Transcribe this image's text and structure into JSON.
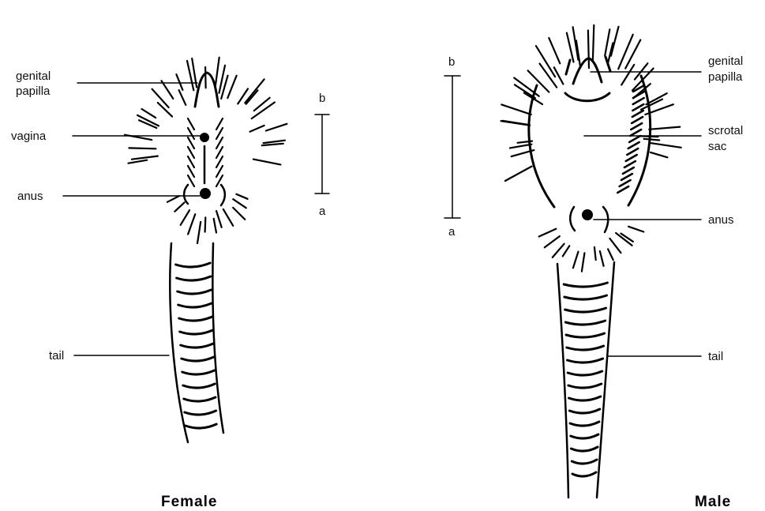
{
  "female": {
    "title": "Female",
    "labels": {
      "genital_papilla_line1": "genital",
      "genital_papilla_line2": "papilla",
      "vagina": "vagina",
      "anus": "anus",
      "tail": "tail"
    },
    "scale": {
      "top": "b",
      "bottom": "a"
    }
  },
  "male": {
    "title": "Male",
    "labels": {
      "genital_papilla_line1": "genital",
      "genital_papilla_line2": "papilla",
      "scrotal_sac_line1": "scrotal",
      "scrotal_sac_line2": "sac",
      "anus": "anus",
      "tail": "tail"
    },
    "scale": {
      "top": "b",
      "bottom": "a"
    }
  }
}
